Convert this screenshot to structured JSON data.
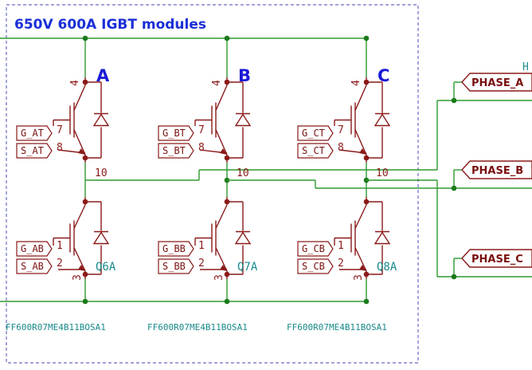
{
  "diagram": {
    "title": "650V 600A IGBT modules",
    "edge_label": "H",
    "columns": [
      {
        "letter": "A",
        "top_label": "G_AT",
        "top_label2": "S_AT",
        "bot_label": "G_AB",
        "bot_label2": "S_AB",
        "ref": "Q6A",
        "part": "FF600R07ME4B11BOSA1"
      },
      {
        "letter": "B",
        "top_label": "G_BT",
        "top_label2": "S_BT",
        "bot_label": "G_BB",
        "bot_label2": "S_BB",
        "ref": "Q7A",
        "part": "FF600R07ME4B11BOSA1"
      },
      {
        "letter": "C",
        "top_label": "G_CT",
        "top_label2": "S_CT",
        "bot_label": "G_CB",
        "bot_label2": "S_CB",
        "ref": "Q8A",
        "part": "FF600R07ME4B11BOSA1"
      }
    ],
    "pins": {
      "collector": "4",
      "gate_top": "7",
      "emitter_top": "8",
      "mid": "10",
      "gate_bot": "1",
      "emitter_bot": "2",
      "bottom": "3"
    },
    "outputs": [
      "PHASE_A",
      "PHASE_B",
      "PHASE_C"
    ],
    "colors": {
      "wire": "#2e9a2e",
      "symbol": "#8b1a1a",
      "junction": "#1a7a1a",
      "frame": "#6a6ac8",
      "title": "#1a2fd6"
    }
  }
}
